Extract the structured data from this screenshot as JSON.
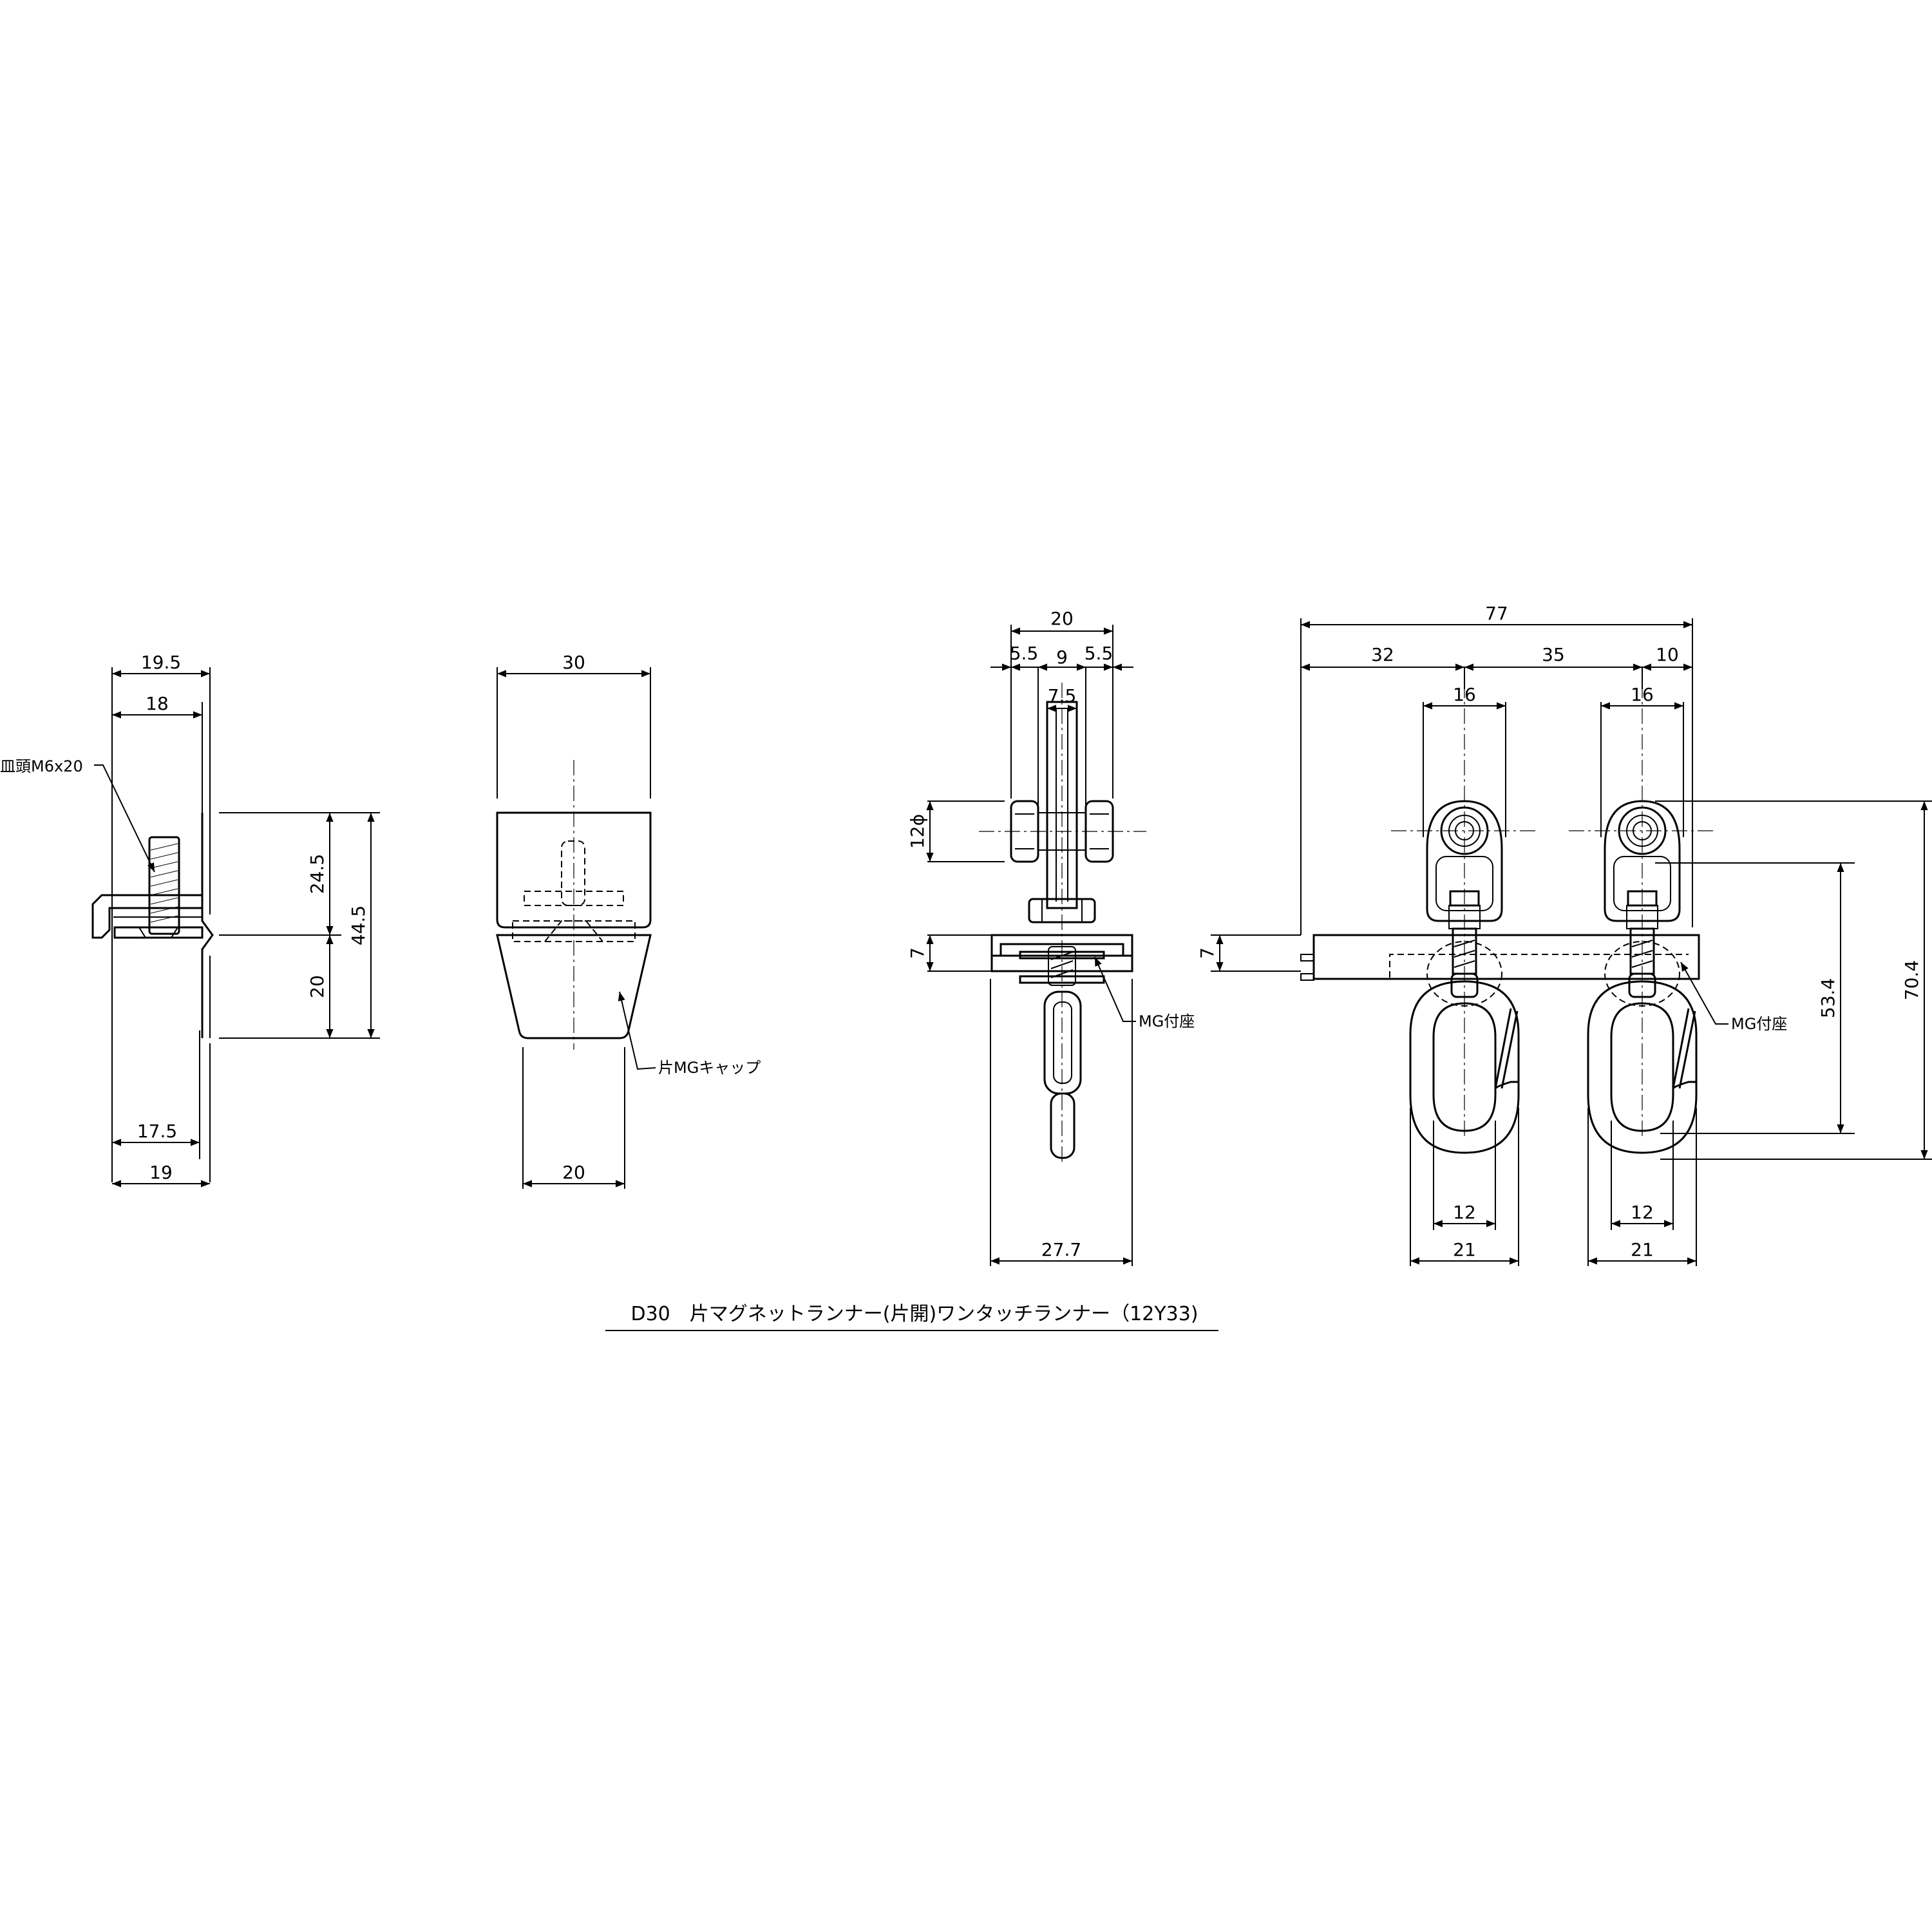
{
  "drawing": {
    "title": "D30　片マグネットランナー(片開)ワンタッチランナー（12Y33)"
  },
  "view_side": {
    "dims": [
      "19.5",
      "18",
      "24.5",
      "44.5",
      "20",
      "17.5",
      "19"
    ],
    "callout_screw": "皿頭M6x20"
  },
  "view_cap": {
    "dims": [
      "30",
      "20"
    ],
    "callout_cap": "片MGキャップ"
  },
  "view_runner_end": {
    "dims": [
      "20",
      "5.5",
      "9",
      "5.5",
      "7.5",
      "12ϕ",
      "7",
      "27.7"
    ],
    "callout_seat": "MG付座"
  },
  "view_runner_front": {
    "dims": [
      "77",
      "32",
      "35",
      "10",
      "16",
      "16",
      "7",
      "53.4",
      "70.4",
      "12",
      "12",
      "21",
      "21"
    ],
    "callout_seat": "MG付座"
  }
}
